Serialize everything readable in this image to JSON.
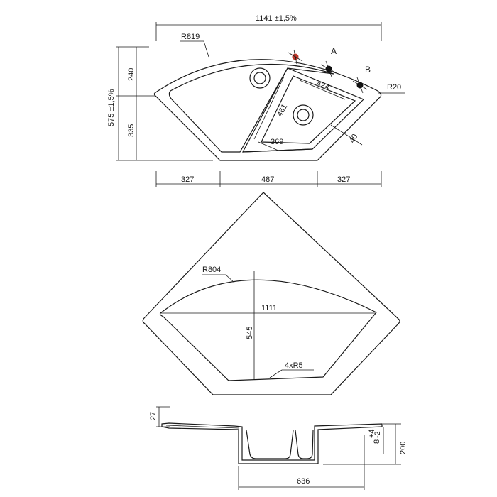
{
  "top_view": {
    "overall_width": "1141 ±1,5%",
    "overall_depth": "575 ±1,5%",
    "depth_upper": "240",
    "depth_lower": "335",
    "outer_radius": "R819",
    "corner_radius": "R20",
    "bowl_side": "461",
    "bowl_top": "424",
    "bowl_bottom": "369",
    "bowl_inset": "40",
    "tap_a": "A",
    "tap_b": "B",
    "seg_left": "327",
    "seg_mid": "487",
    "seg_right": "327"
  },
  "cutout_view": {
    "radius": "R804",
    "width": "1111",
    "depth": "545",
    "corner_radius": "4xR5"
  },
  "section_view": {
    "rim_thickness": "27",
    "height": "200",
    "bottom_thickness_value": "8",
    "tolerance_plus": "+4",
    "tolerance_minus": "-2",
    "bowl_width": "636"
  },
  "colors": {
    "line": "#1a1a1a",
    "tap_hole_a": "#c0392b",
    "tap_hole_b": "#111111"
  }
}
